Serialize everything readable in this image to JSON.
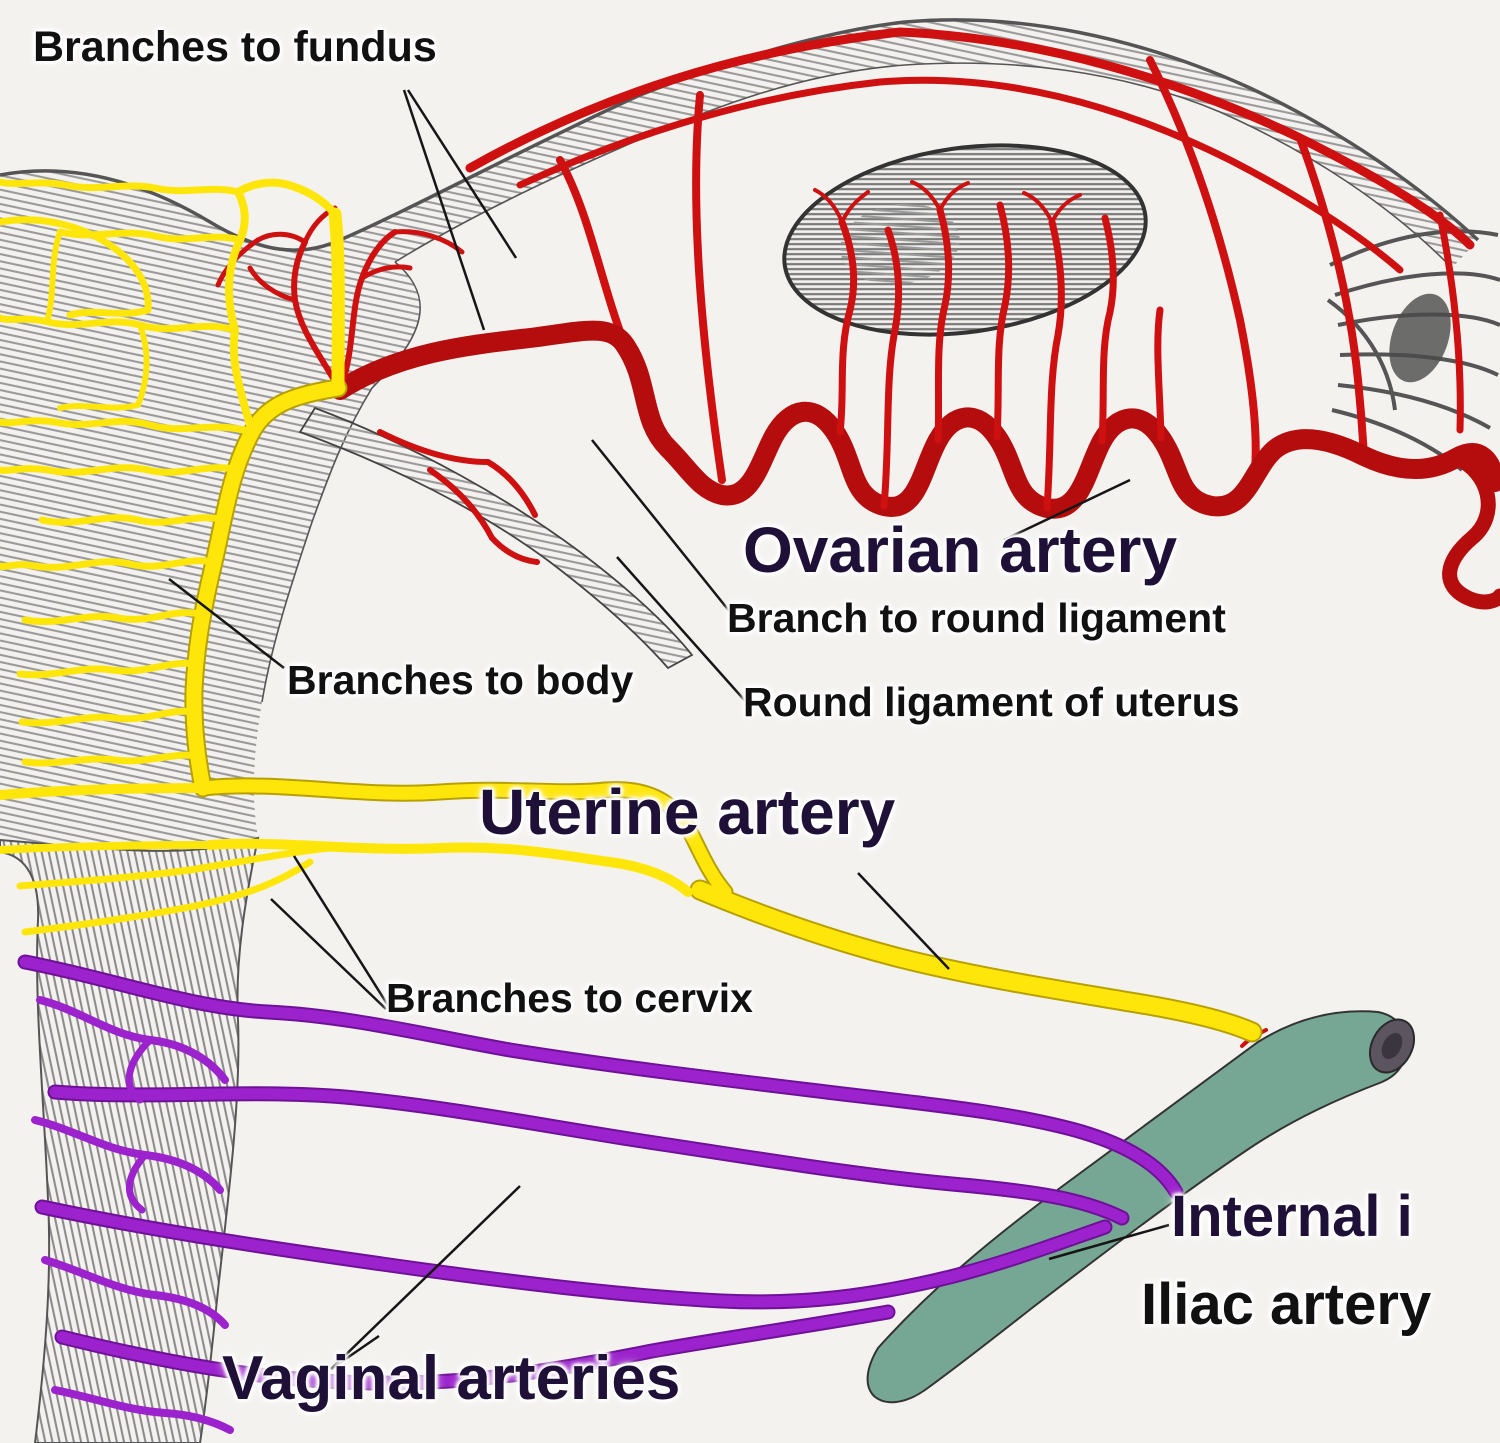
{
  "labels": {
    "branches_to_fundus": "Branches to fundus",
    "ovarian_artery": "Ovarian artery",
    "branch_to_round_ligament": "Branch to round ligament",
    "round_ligament_of_uterus": "Round ligament of uterus",
    "branches_to_body": "Branches to body",
    "uterine_artery": "Uterine artery",
    "branches_to_cervix": "Branches to cervix",
    "vaginal_arteries": "Vaginal arteries",
    "internal": "Internal i",
    "iliac_artery": "Iliac artery"
  },
  "colors": {
    "ovarian_red": "#ce1010",
    "uterine_yellow": "#ffe60a",
    "vaginal_purple": "#9b22cc",
    "iliac_teal": "#76a795",
    "background": "#f4f2ef",
    "label_black": "#111111",
    "sketch_gray": "#9a9a9a"
  }
}
